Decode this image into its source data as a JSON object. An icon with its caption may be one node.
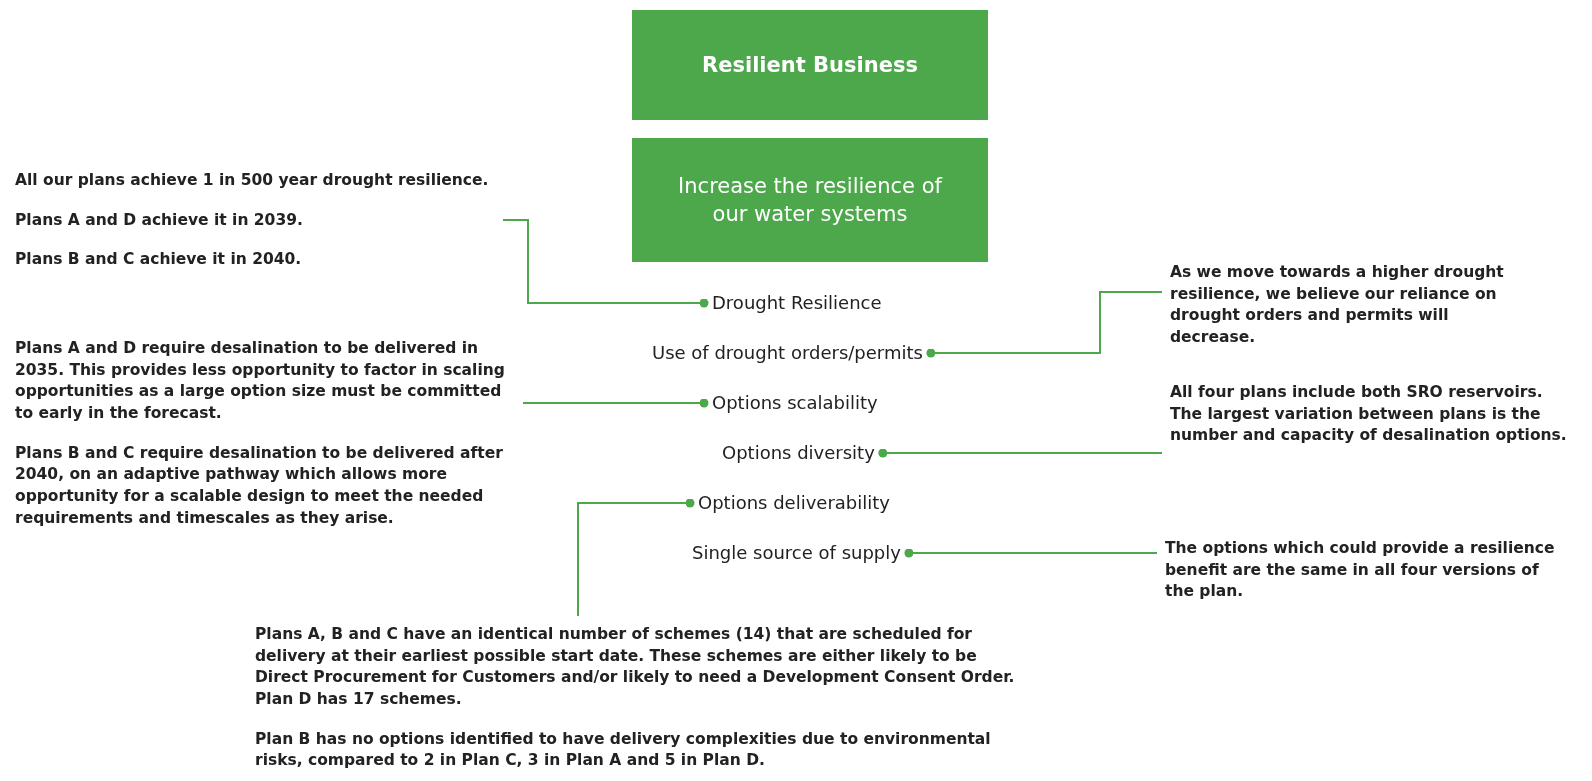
{
  "diagram": {
    "nodes": [
      {
        "text": [
          "Resilient Business"
        ]
      },
      {
        "text": [
          "Increase the resilience of our water systems"
        ]
      },
      {
        "text": [
          "Drought Resilience"
        ]
      },
      {
        "text": [
          "Use of drought orders/permits"
        ]
      },
      {
        "text": [
          "Options scalability"
        ]
      },
      {
        "text": [
          "Options diversity"
        ]
      },
      {
        "text": [
          "Options deliverability"
        ]
      },
      {
        "text": [
          "Single source of supply"
        ]
      },
      {
        "text": [
          "All our plans achieve 1 in 500 year drought resilience.",
          "Plans A and D achieve it in 2039.",
          "Plans B and C achieve it in 2040."
        ]
      },
      {
        "text": [
          "As we move towards a higher drought resilience, we believe our reliance on drought orders and permits will decrease."
        ]
      },
      {
        "text": [
          "Plans A and D require desalination to be delivered in 2035. This provides less opportunity to factor in scaling opportunities as a large option size must be committed to early in the forecast.",
          "Plans B and C require desalination to be delivered after 2040, on an adaptive pathway which allows more opportunity for a scalable design to meet the needed requirements and timescales as they arise."
        ]
      },
      {
        "text": [
          "All four plans include both SRO reservoirs. The largest variation between plans is the number and capacity of desalination options."
        ]
      },
      {
        "text": [
          "Plans A, B and C have an identical number of schemes (14) that are scheduled for delivery at their earliest possible start date. These schemes are either likely to be Direct Procurement for Customers and/or likely to need a Development Consent Order. Plan D has 17 schemes.",
          "Plan B has no options identified to have delivery complexities due to environmental risks, compared to 2 in Plan C, 3 in Plan A and 5 in Plan D."
        ]
      },
      {
        "text": [
          "The options which could provide a resilience benefit are the same in all four versions of the plan."
        ]
      }
    ],
    "edges": [
      {
        "from": 8,
        "to": 2,
        "arrow": "other"
      },
      {
        "from": 9,
        "to": 3,
        "arrow": "other"
      },
      {
        "from": 10,
        "to": 4,
        "arrow": "other"
      },
      {
        "from": 11,
        "to": 5,
        "arrow": "other"
      },
      {
        "from": 12,
        "to": 6,
        "arrow": "other"
      },
      {
        "from": 13,
        "to": 7,
        "arrow": "other"
      }
    ]
  }
}
